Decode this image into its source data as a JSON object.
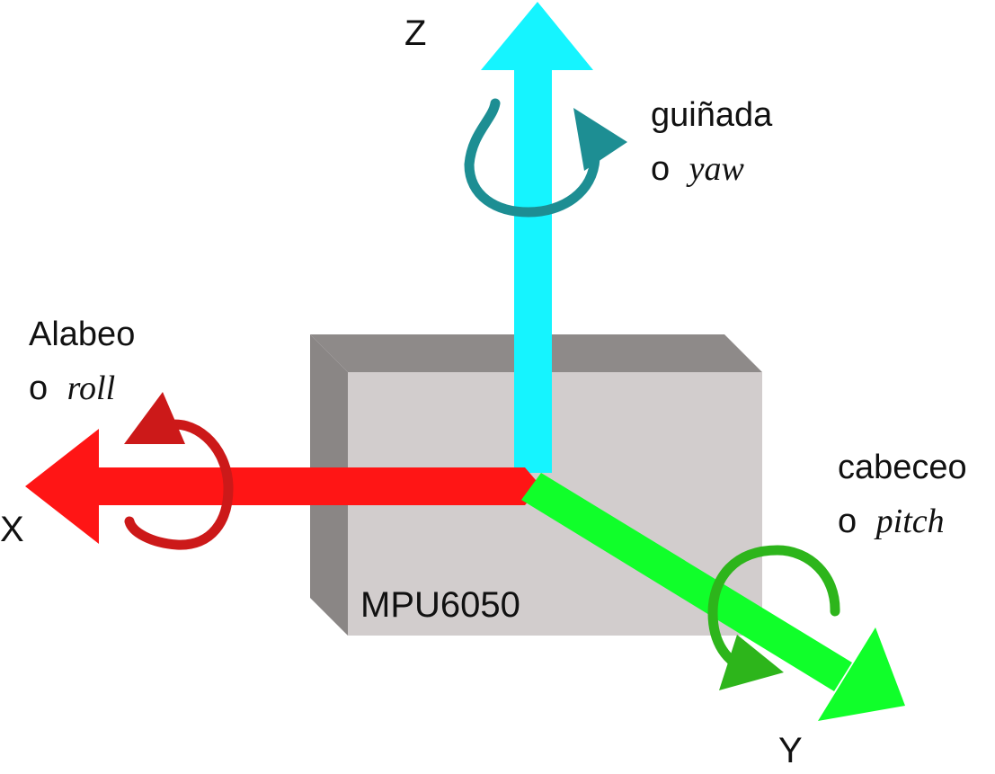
{
  "axes": {
    "x": {
      "label": "X",
      "color": "#ff1515"
    },
    "y": {
      "label": "Y",
      "color": "#10ff2a"
    },
    "z": {
      "label": "Z",
      "color": "#15f4ff"
    }
  },
  "rotations": {
    "roll": {
      "word": "Alabeo",
      "connector": "o",
      "term": "roll",
      "color": "#cc1919"
    },
    "pitch": {
      "word": "cabeceo",
      "connector": "o",
      "term": "pitch",
      "color": "#2db51b"
    },
    "yaw": {
      "word": "guiñada",
      "connector": "o",
      "term": "yaw",
      "color": "#1d8e93"
    }
  },
  "sensor": {
    "label": "MPU6050",
    "front_color": "#d2cdcd",
    "side_color": "#8a8685"
  }
}
